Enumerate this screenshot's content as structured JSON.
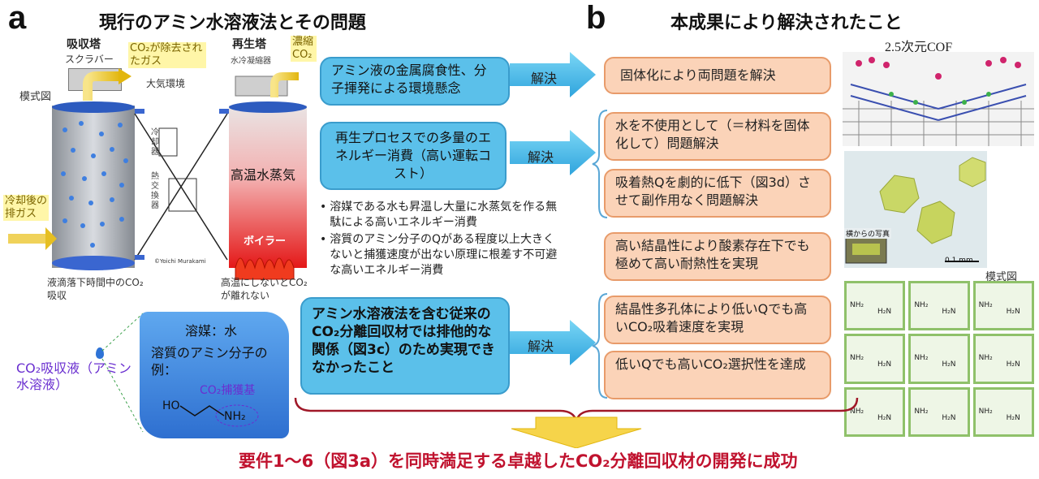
{
  "panel_a": {
    "letter": "a",
    "title": "現行のアミン水溶液法とその問題",
    "absorber_title": "吸収塔",
    "absorber_sub": "スクラバー",
    "co2_removed_gas": "CO₂が除去されたガス",
    "to_atmosphere": "大気環境",
    "schematic_label": "模式図",
    "regenerator_title": "再生塔",
    "regenerator_sub": "水冷凝縮器",
    "concentrated_co2": "濃縮CO₂",
    "cooler_label": "冷却器",
    "heat_exchanger_label": "熱交換器",
    "high_temp_steam": "高温水蒸気",
    "cooled_exhaust": "冷却後の排ガス",
    "boiler": "ボイラー",
    "credit": "©Yoichi Murakami",
    "absorb_caption": "液滴落下時間中のCO₂吸収",
    "release_caption": "高温にしないとCO₂が離れない",
    "absorbent_liquid": "CO₂吸収液（アミン水溶液）",
    "solvent": "溶媒：水",
    "solute_example": "溶質のアミン分子の例：",
    "capture_group": "CO₂捕獲基",
    "molecule_ho": "HO",
    "molecule_nh2": "NH₂"
  },
  "panel_b": {
    "letter": "b",
    "title": "本成果により解決されたこと",
    "cof_label": "2.5次元COF",
    "side_photo_label": "横からの写真",
    "scale_bar": "0.1 mm",
    "schematic_label": "模式図",
    "nh2_label": "NH₂",
    "h2n_label": "H₂N"
  },
  "problems": [
    {
      "text": "アミン液の金属腐食性、分子揮発による環境懸念"
    },
    {
      "text": "再生プロセスでの多量のエネルギー消費（高い運転コスト）"
    },
    {
      "text": "アミン水溶液法を含む従来のCO₂分離回収材では排他的な関係（図3c）のため実現できなかったこと"
    }
  ],
  "solve_label": "解決",
  "bullets": [
    "溶媒である水も昇温し大量に水蒸気を作る無駄による高いエネルギー消費",
    "溶質のアミン分子のQがある程度以上大きくないと捕獲速度が出ない原理に根差す不可避な高いエネルギー消費"
  ],
  "solutions": [
    "固体化により両問題を解決",
    "水を不使用として（＝材料を固体化して）問題解決",
    "吸着熱Qを劇的に低下（図3d）させて副作用なく問題解決",
    "高い結晶性により酸素存在下でも極めて高い耐熱性を実現",
    "結晶性多孔体により低いQでも高いCO₂吸着速度を実現",
    "低いQでも高いCO₂選択性を達成"
  ],
  "conclusion": "要件1〜6（図3a）を同時満足する卓越したCO₂分離回収材の開発に成功",
  "colors": {
    "problem_fill": "#5bc0ea",
    "solution_fill": "#fbd3b8",
    "conclusion_text": "#c0122e",
    "brace": "#a01828",
    "arrow_yellow": "#f6d44a"
  }
}
